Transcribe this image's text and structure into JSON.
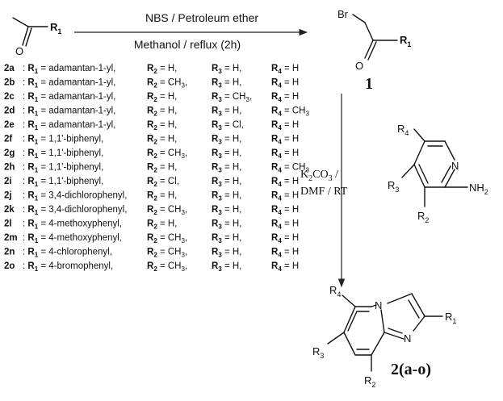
{
  "reaction": {
    "step1_reagents": "NBS / Petroleum ether",
    "step1_conditions": "Methanol / reflux (2h)",
    "intermediate_label": "1",
    "step2_reagent_a": "K",
    "step2_reagent_sub": "2",
    "step2_reagent_b": "CO",
    "step2_reagent_sub2": "3",
    "step2_reagent_c": " /",
    "step2_conditions": "DMF / RT",
    "product_label": "2(a-o)"
  },
  "atoms": {
    "Br": "Br",
    "O": "O",
    "N": "N",
    "NH": "NH",
    "NH_sub": "2",
    "R": "R",
    "sub1": "1",
    "sub2": "2",
    "sub3": "3",
    "sub4": "4"
  },
  "table": {
    "rows": [
      {
        "id": "2a",
        "r1": "adamantan-1-yl,",
        "r2": "H,",
        "r3": "H,",
        "r4": "H"
      },
      {
        "id": "2b",
        "r1": "adamantan-1-yl,",
        "r2": "CH",
        "r2sub": "3",
        "r2tail": ",",
        "r3": "H,",
        "r4": "H"
      },
      {
        "id": "2c",
        "r1": "adamantan-1-yl,",
        "r2": "H,",
        "r3": "CH",
        "r3sub": "3",
        "r3tail": ",",
        "r4": "H"
      },
      {
        "id": "2d",
        "r1": "adamantan-1-yl,",
        "r2": "H,",
        "r3": "H,",
        "r4": "CH",
        "r4sub": "3"
      },
      {
        "id": "2e",
        "r1": "adamantan-1-yl,",
        "r2": "H,",
        "r3": "Cl,",
        "r4": "H"
      },
      {
        "id": "2f",
        "r1": "1,1'-biphenyl,",
        "r2": "H,",
        "r3": "H,",
        "r4": "H"
      },
      {
        "id": "2g",
        "r1": "1,1'-biphenyl,",
        "r2": "CH",
        "r2sub": "3",
        "r2tail": ",",
        "r3": "H,",
        "r4": "H"
      },
      {
        "id": "2h",
        "r1": "1,1'-biphenyl,",
        "r2": "H,",
        "r3": "H,",
        "r4": "CH",
        "r4sub": "3"
      },
      {
        "id": "2i",
        "r1": "1,1'-biphenyl,",
        "r2": "Cl,",
        "r3": "H,",
        "r4": "H"
      },
      {
        "id": "2j",
        "r1": "3,4-dichlorophenyl,",
        "r2": "H,",
        "r3": "H,",
        "r4": "H"
      },
      {
        "id": "2k",
        "r1": "3,4-dichlorophenyl,",
        "r2": "CH",
        "r2sub": "3",
        "r2tail": ",",
        "r3": "H,",
        "r4": "H"
      },
      {
        "id": "2l",
        "r1": "4-methoxyphenyl,",
        "r2": "H,",
        "r3": "H,",
        "r4": "H"
      },
      {
        "id": "2m",
        "r1": "4-methoxyphenyl,",
        "r2": "CH",
        "r2sub": "3",
        "r2tail": ",",
        "r3": "H,",
        "r4": "H"
      },
      {
        "id": "2n",
        "r1": "4-chlorophenyl,",
        "r2": "CH",
        "r2sub": "3",
        "r2tail": ",",
        "r3": "H,",
        "r4": "H"
      },
      {
        "id": "2o",
        "r1": "4-bromophenyl,",
        "r2": "CH",
        "r2sub": "3",
        "r2tail": ",",
        "r3": "H,",
        "r4": "H"
      }
    ]
  },
  "colors": {
    "ink": "#111111",
    "background": "#ffffff"
  }
}
